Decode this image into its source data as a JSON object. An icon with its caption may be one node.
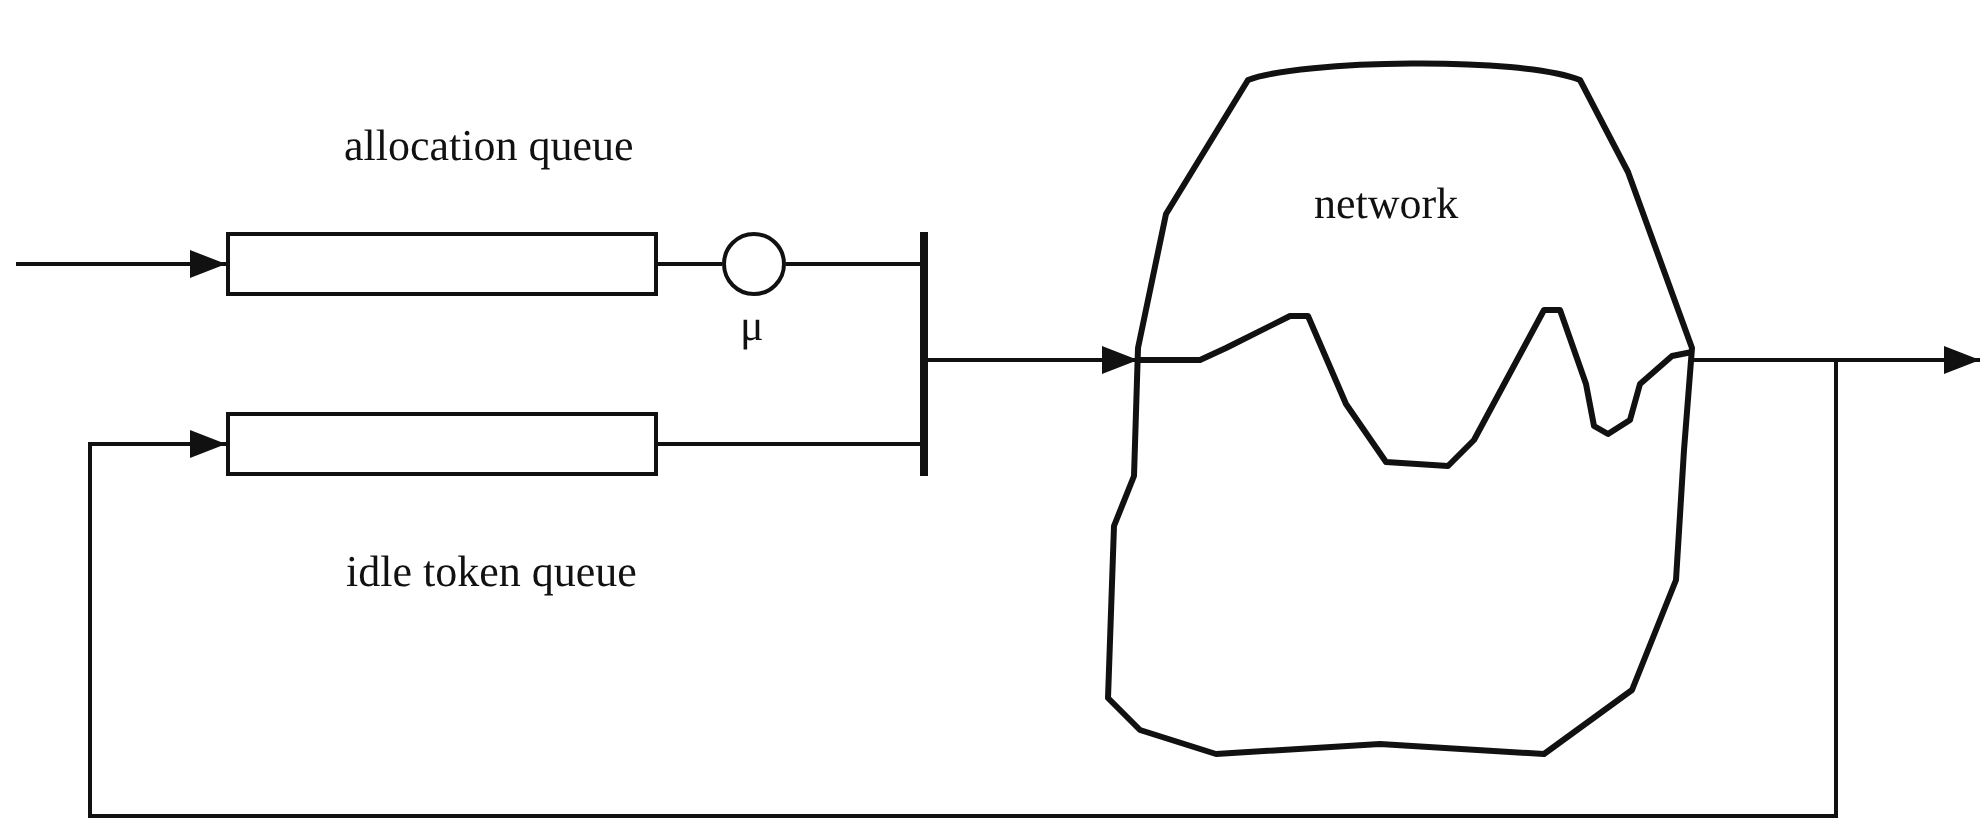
{
  "diagram": {
    "nodes": [
      {
        "text": [
          "allocation queue"
        ]
      },
      {
        "text": [],
        "shape": "circle",
        "beside": [
          "μ"
        ]
      },
      {
        "text": [
          "idle token queue"
        ]
      },
      {
        "text": [],
        "shape": "bar"
      },
      {
        "text": [
          "network"
        ]
      }
    ],
    "edges": [
      {
        "from": null,
        "to": 0,
        "arrow": "to"
      },
      {
        "from": 0,
        "to": 1,
        "arrow": "none"
      },
      {
        "from": 1,
        "to": 3,
        "arrow": "none"
      },
      {
        "from": 2,
        "to": 3,
        "arrow": "none"
      },
      {
        "from": 3,
        "to": 4,
        "arrow": "to"
      },
      {
        "from": 4,
        "to": null,
        "arrow": "to"
      },
      {
        "from": 4,
        "to": 2,
        "arrow": "to"
      }
    ]
  }
}
